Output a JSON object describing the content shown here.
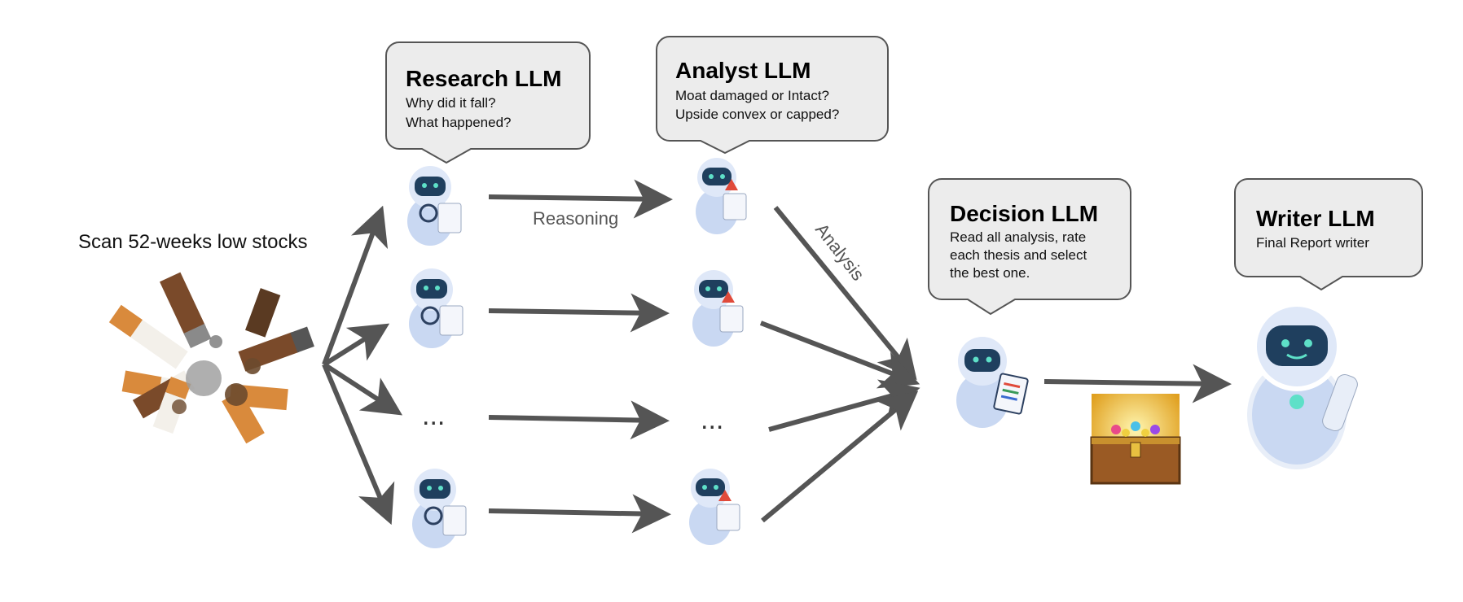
{
  "scan_label": "Scan 52-weeks low stocks",
  "research": {
    "title": "Research LLM",
    "lines": [
      "Why did it fall?",
      "What happened?"
    ]
  },
  "analyst": {
    "title": "Analyst LLM",
    "lines": [
      "Moat damaged or Intact?",
      "Upside convex or capped?"
    ]
  },
  "decision": {
    "title": "Decision LLM",
    "lines": [
      "Read all analysis, rate",
      "each thesis and select",
      "the best one."
    ]
  },
  "writer": {
    "title": "Writer LLM",
    "lines": [
      "Final Report writer"
    ]
  },
  "edge_labels": {
    "reasoning": "Reasoning",
    "analysis": "Analysis"
  },
  "ellipsis": "...",
  "colors": {
    "arrow": "#555555",
    "bubble_fill": "#ececec",
    "bubble_stroke": "#555555",
    "robot_body": "#c9d8f2",
    "robot_screen": "#1f3f5e",
    "robot_eye": "#5ee0c8"
  },
  "icons": [
    "cigarette-butts-icon",
    "robot-researcher-icon",
    "robot-analyst-icon",
    "robot-decision-icon",
    "robot-writer-icon",
    "treasure-chest-icon"
  ]
}
